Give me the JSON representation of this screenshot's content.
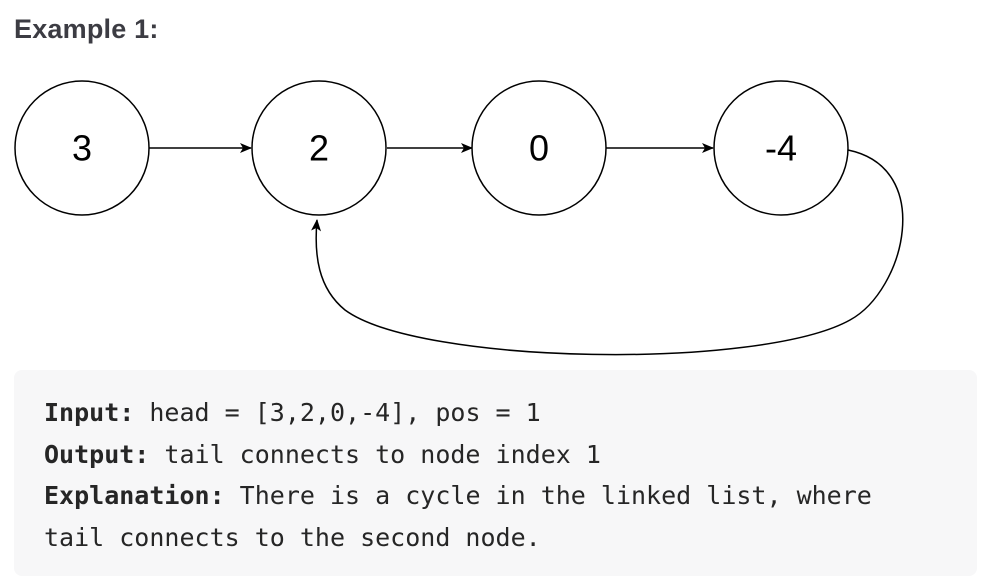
{
  "heading": "Example 1:",
  "diagram": {
    "nodes": [
      "3",
      "2",
      "0",
      "-4"
    ],
    "edges": [
      {
        "from": 0,
        "to": 1
      },
      {
        "from": 1,
        "to": 2
      },
      {
        "from": 2,
        "to": 3
      },
      {
        "from": 3,
        "to": 1,
        "kind": "cycle-back"
      }
    ]
  },
  "example": {
    "input_label": "Input:",
    "input_value": " head = [3,2,0,-4], pos = 1",
    "output_label": "Output:",
    "output_value": " tail connects to node index 1",
    "explanation_label": "Explanation:",
    "explanation_value": " There is a cycle in the linked list, where",
    "explanation_continued": "tail connects to the second node."
  }
}
